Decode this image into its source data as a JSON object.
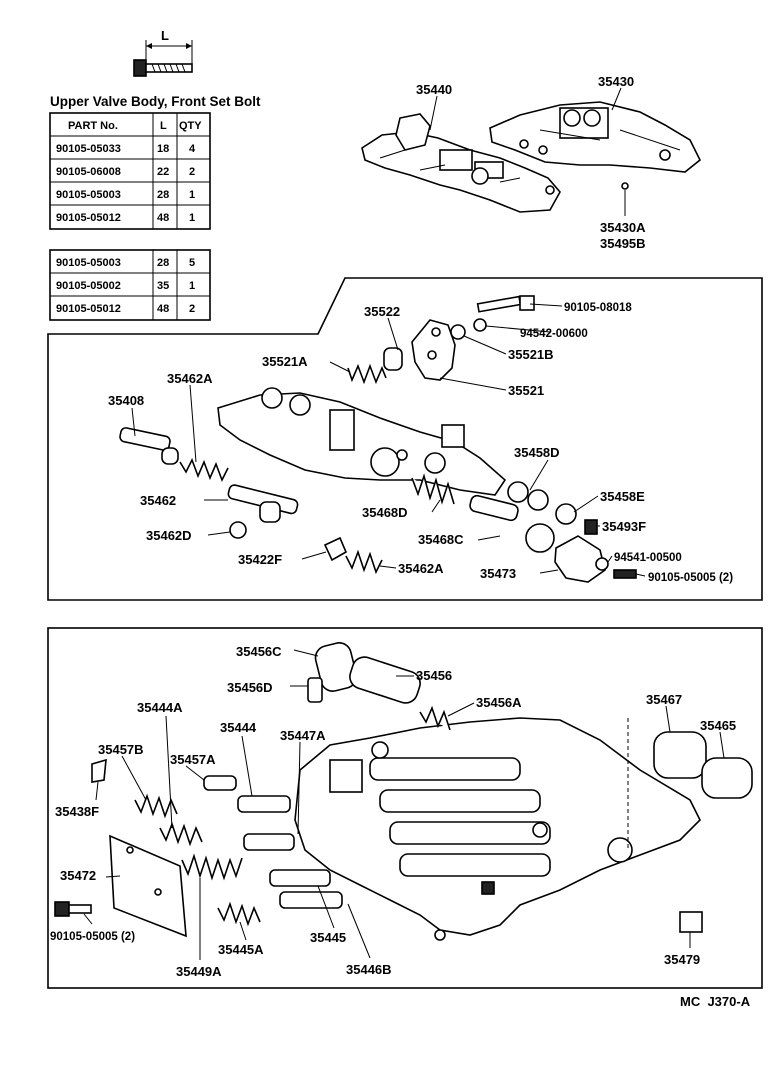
{
  "bolt_dimension_label": "L",
  "table_title": "Upper Valve Body, Front Set Bolt",
  "table1": {
    "headers": [
      "PART No.",
      "L",
      "QTY"
    ],
    "rows": [
      [
        "90105-05033",
        "18",
        "4"
      ],
      [
        "90105-06008",
        "22",
        "2"
      ],
      [
        "90105-05003",
        "28",
        "1"
      ],
      [
        "90105-05012",
        "48",
        "1"
      ]
    ]
  },
  "table2": {
    "rows": [
      [
        "90105-05003",
        "28",
        "5"
      ],
      [
        "90105-05002",
        "35",
        "1"
      ],
      [
        "90105-05012",
        "48",
        "2"
      ]
    ]
  },
  "top_labels": {
    "p35440": "35440",
    "p35430": "35430",
    "p35430a": "35430A",
    "p35495b": "35495B"
  },
  "middle_labels": {
    "p35522": "35522",
    "p90105_08018": "90105-08018",
    "p94542_00600": "94542-00600",
    "p35521a": "35521A",
    "p35521b": "35521B",
    "p35521": "35521",
    "p35462a_top": "35462A",
    "p35408": "35408",
    "p35458d": "35458D",
    "p35462": "35462",
    "p35458e": "35458E",
    "p35468d": "35468D",
    "p35493f": "35493F",
    "p35462d": "35462D",
    "p35468c": "35468C",
    "p94541_00500": "94541-00500",
    "p35422f": "35422F",
    "p35462a_bottom": "35462A",
    "p35473": "35473",
    "p90105_05005_top": "90105-05005 (2)"
  },
  "bottom_labels": {
    "p35456c": "35456C",
    "p35456": "35456",
    "p35456d": "35456D",
    "p35456a": "35456A",
    "p35467": "35467",
    "p35465": "35465",
    "p35444a": "35444A",
    "p35444": "35444",
    "p35447a": "35447A",
    "p35457b": "35457B",
    "p35457a": "35457A",
    "p35438f": "35438F",
    "p35472": "35472",
    "p90105_05005_bottom": "90105-05005 (2)",
    "p35445a": "35445A",
    "p35445": "35445",
    "p35449a": "35449A",
    "p35446b": "35446B",
    "p35479": "35479"
  },
  "footer_code": "MC  J370-A"
}
